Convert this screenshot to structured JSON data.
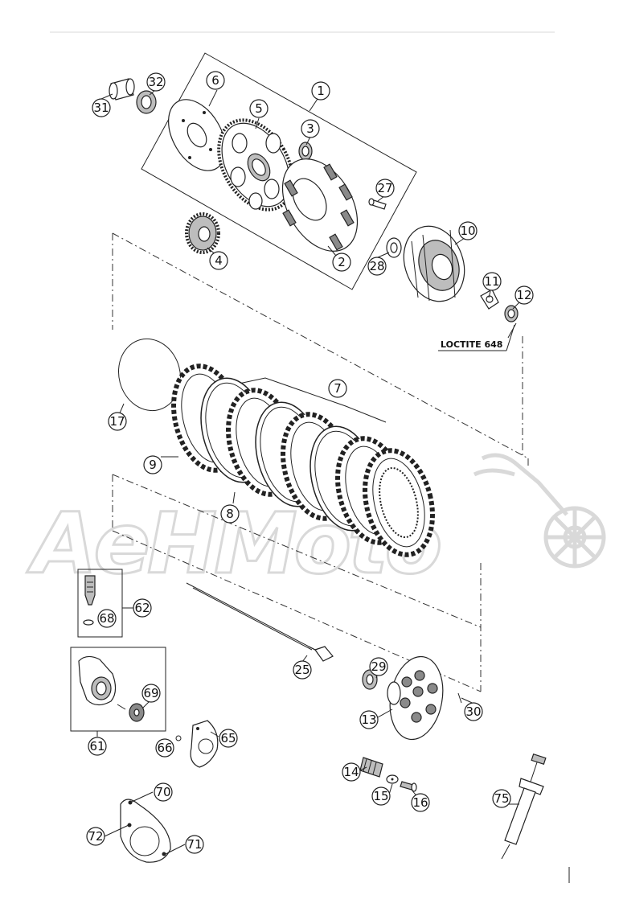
{
  "note": {
    "loctite": "LOCTITE 648"
  },
  "watermark": {
    "brand": "AeHMoto"
  },
  "callouts": {
    "c1": "1",
    "c2": "2",
    "c3": "3",
    "c4": "4",
    "c5": "5",
    "c6": "6",
    "c7": "7",
    "c8": "8",
    "c9": "9",
    "c10": "10",
    "c11": "11",
    "c12": "12",
    "c13": "13",
    "c14": "14",
    "c15": "15",
    "c16": "16",
    "c17": "17",
    "c25": "25",
    "c27": "27",
    "c28": "28",
    "c29": "29",
    "c30": "30",
    "c31": "31",
    "c32": "32",
    "c61": "61",
    "c62": "62",
    "c65": "65",
    "c66": "66",
    "c68": "68",
    "c69": "69",
    "c70": "70",
    "c71": "71",
    "c72": "72",
    "c75": "75"
  }
}
